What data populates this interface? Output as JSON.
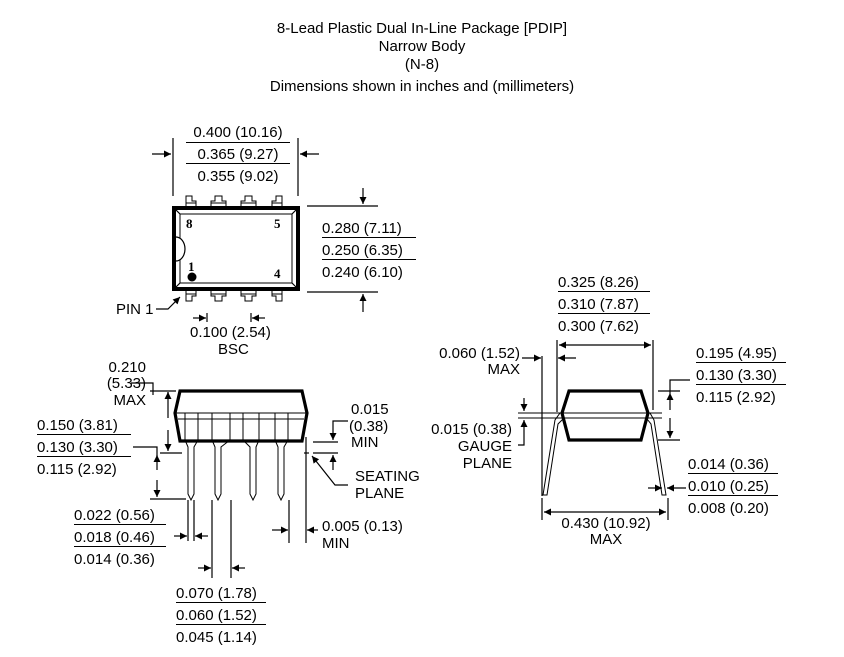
{
  "title": {
    "line1": "8-Lead Plastic Dual In-Line Package [PDIP]",
    "line2": "Narrow Body",
    "line3": "(N-8)",
    "line4": "Dimensions shown in inches and (millimeters)"
  },
  "top_view": {
    "length": [
      "0.400 (10.16)",
      "0.365 (9.27)",
      "0.355 (9.02)"
    ],
    "width": [
      "0.280 (7.11)",
      "0.250 (6.35)",
      "0.240 (6.10)"
    ],
    "pin_labels": {
      "p8": "8",
      "p5": "5",
      "p1": "1",
      "p4": "4"
    },
    "pin1_callout": "PIN 1",
    "pitch": "0.100 (2.54)",
    "pitch_note": "BSC"
  },
  "side_view": {
    "max_height": [
      "0.210",
      "(5.33)",
      "MAX"
    ],
    "lead_length": [
      "0.150 (3.81)",
      "0.130 (3.30)",
      "0.115 (2.92)"
    ],
    "standoff": [
      "0.015",
      "(0.38)",
      "MIN"
    ],
    "seating_plane": [
      "SEATING",
      "PLANE"
    ],
    "lead_width": [
      "0.022 (0.56)",
      "0.018 (0.46)",
      "0.014 (0.36)"
    ],
    "shoulder_width": [
      "0.070 (1.78)",
      "0.060 (1.52)",
      "0.045 (1.14)"
    ],
    "end_clearance": [
      "0.005 (0.13)",
      "MIN"
    ]
  },
  "end_view": {
    "row_spacing": [
      "0.325 (8.26)",
      "0.310 (7.87)",
      "0.300 (7.62)"
    ],
    "shoulder_offset": [
      "0.060 (1.52)",
      "MAX"
    ],
    "body_height": [
      "0.195 (4.95)",
      "0.130 (3.30)",
      "0.115 (2.92)"
    ],
    "gauge_plane": [
      "0.015 (0.38)",
      "GAUGE",
      "PLANE"
    ],
    "lead_thickness": [
      "0.014 (0.36)",
      "0.010 (0.25)",
      "0.008 (0.20)"
    ],
    "overall_width": [
      "0.430 (10.92)",
      "MAX"
    ]
  }
}
